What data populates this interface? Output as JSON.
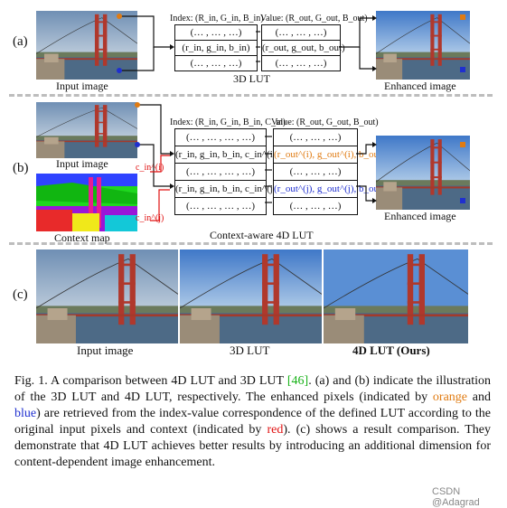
{
  "panel_a": {
    "label": "(a)",
    "input_caption": "Input image",
    "lut_caption": "3D LUT",
    "output_caption": "Enhanced image",
    "index_header": "Index: (R_in, G_in, B_in)",
    "value_header": "Value: (R_out, G_out, B_out)",
    "index_rows": [
      "(… , … , …)",
      "(r_in, g_in, b_in)",
      "(… , … , …)"
    ],
    "value_rows": [
      "(… , … , …)",
      "(r_out, g_out, b_out)",
      "(… , … , …)"
    ]
  },
  "panel_b": {
    "label": "(b)",
    "input_caption": "Input image",
    "context_caption": "Context map",
    "lut_caption": "Context-aware 4D LUT",
    "output_caption": "Enhanced image",
    "index_header": "Index: (R_in, G_in, B_in, C_in)",
    "value_header": "Value: (R_out, G_out, B_out)",
    "context_i": "c_in^(i)",
    "context_j": "c_in^(j)",
    "index_rows": [
      "(… , … , … , …)",
      "(r_in, g_in, b_in, c_in^(i))",
      "(… , … , … , …)",
      "(r_in, g_in, b_in, c_in^(j))",
      "(… , … , … , …)"
    ],
    "value_rows": [
      "(… , … , …)",
      "(r_out^(i), g_out^(i), b_out^(i))",
      "(… , … , …)",
      "(r_out^(j), g_out^(j), b_out^(j))",
      "(… , … , …)"
    ]
  },
  "panel_c": {
    "label": "(c)",
    "captions": [
      "Input image",
      "3D LUT",
      "4D LUT (Ours)"
    ]
  },
  "caption": {
    "fig": "Fig. 1.",
    "t1": "A comparison between 4D LUT and 3D LUT",
    "ref": "[46]",
    "t2": ". (a) and (b) indicate the illustration of the 3D LUT and 4D LUT, respectively. The enhanced pixels (indicated by",
    "orange": "orange",
    "and": "and",
    "blue": "blue",
    "t3": ") are retrieved from the index-value correspondence of the defined LUT according to the original input pixels and context (indicated by",
    "red": "red",
    "t4": "). (c) shows a result comparison. They demonstrate that 4D LUT achieves better results by introducing an additional dimension for content-dependent image enhancement."
  },
  "watermark": "CSDN @Adagrad",
  "colors": {
    "orange": "#e07b12",
    "blue": "#1f2fcf",
    "red": "#e01010",
    "green": "#19b219"
  }
}
